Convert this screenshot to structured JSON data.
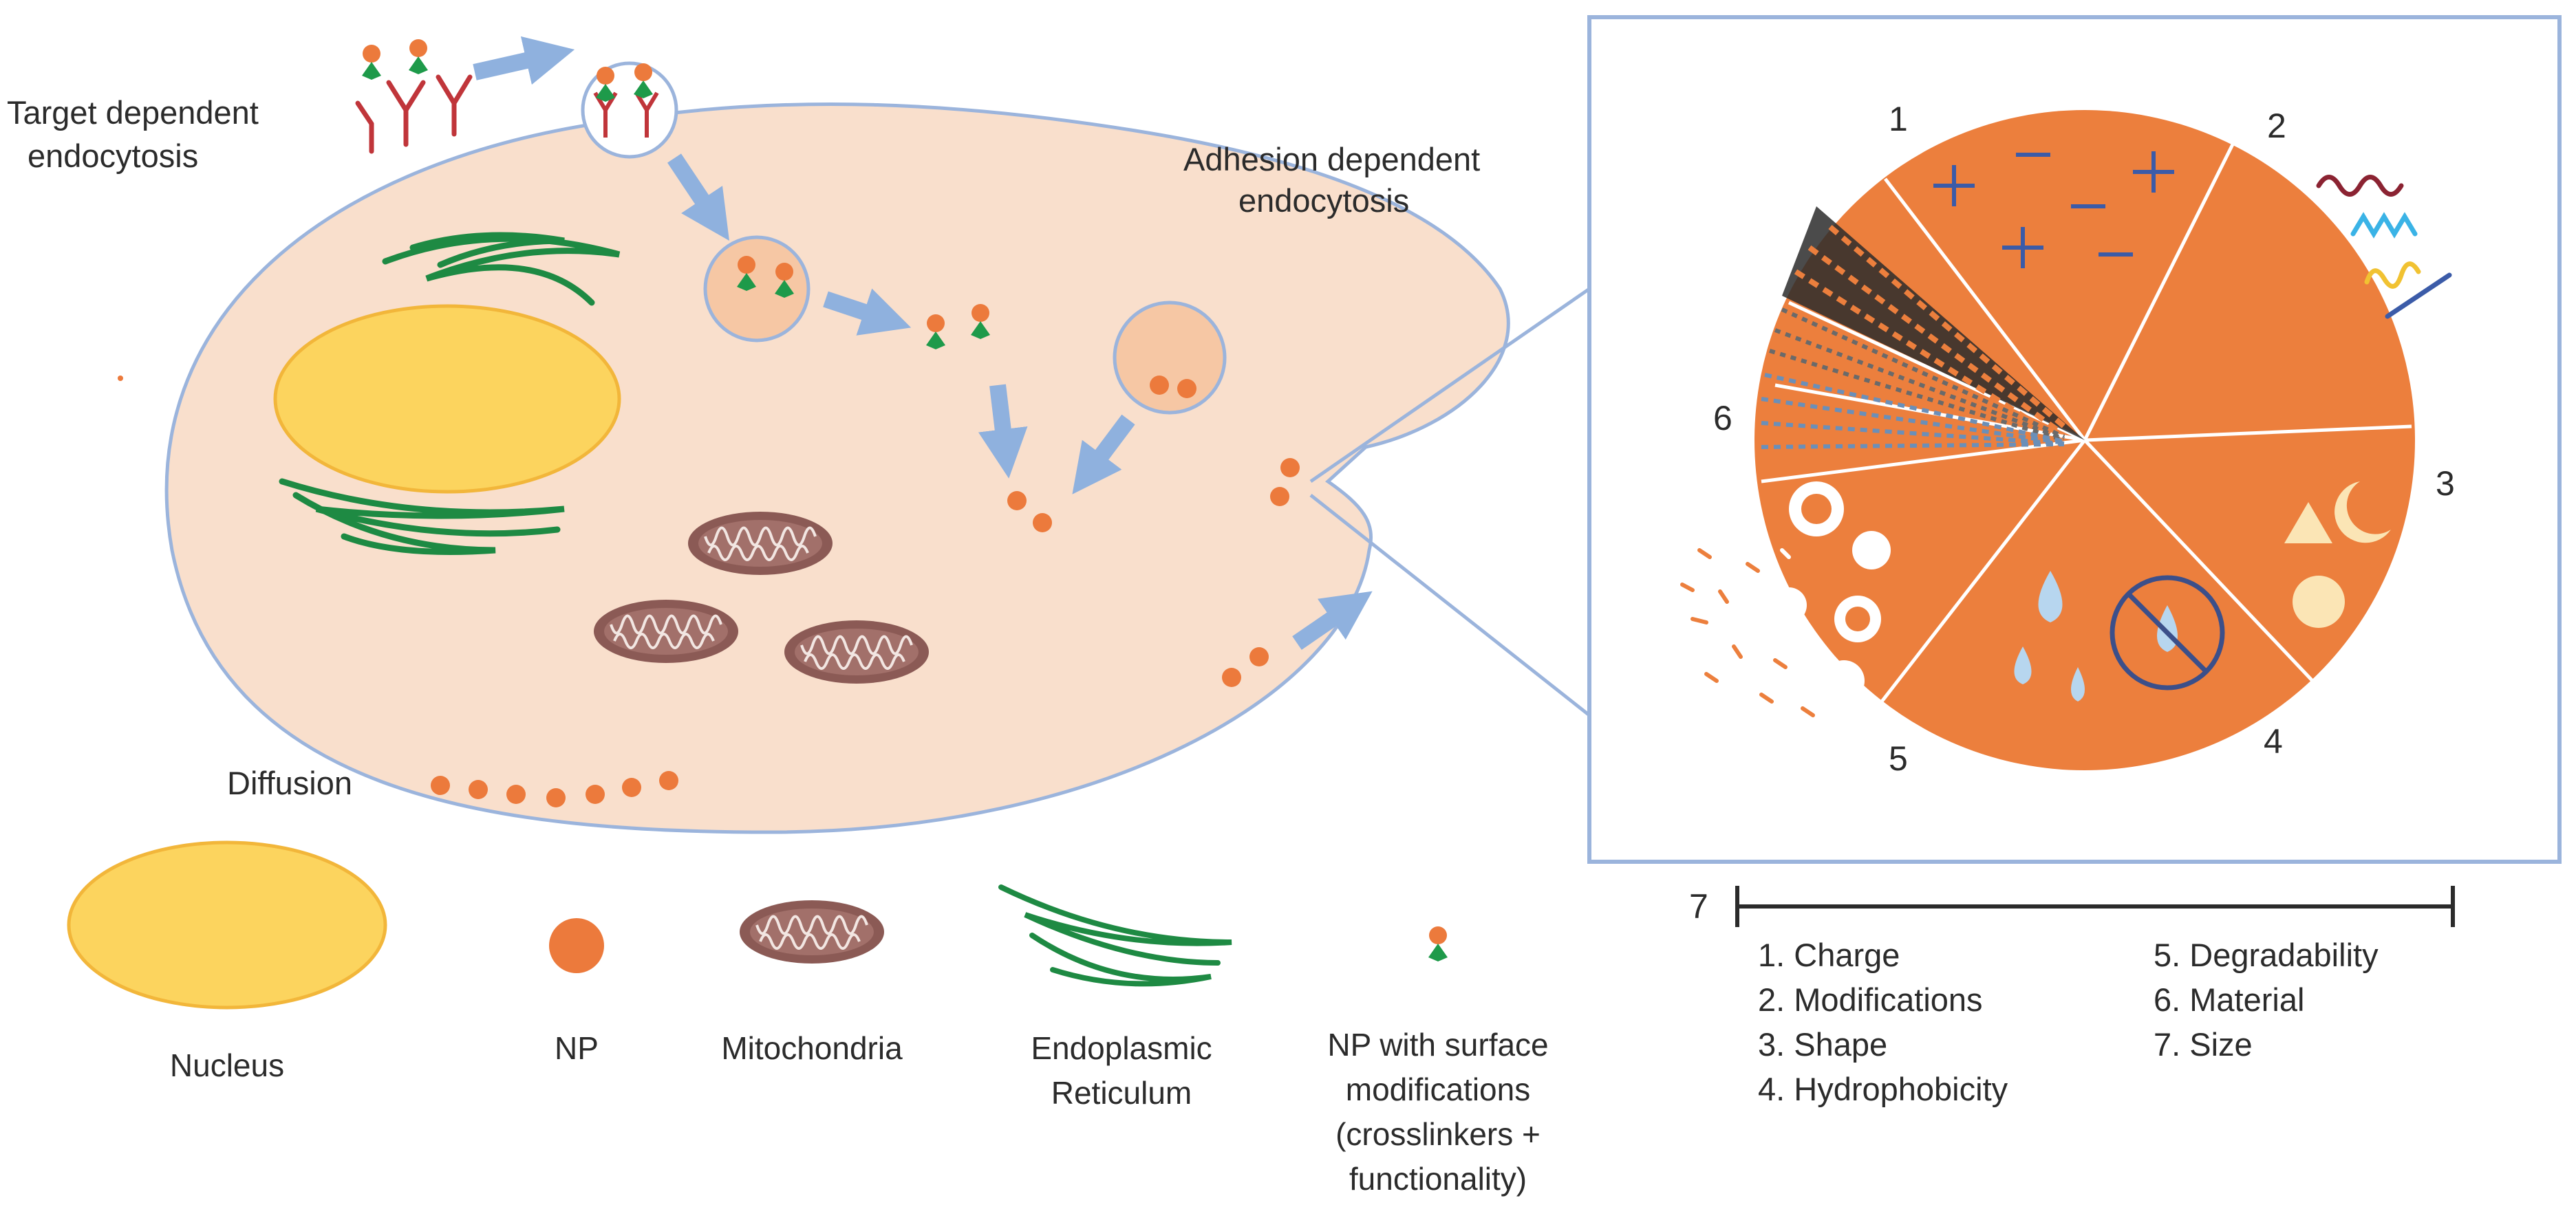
{
  "labels": {
    "target_dependent_line1": "Target dependent",
    "target_dependent_line2": "endocytosis",
    "adhesion_dependent_line1": "Adhesion dependent",
    "adhesion_dependent_line2": "endocytosis",
    "diffusion": "Diffusion"
  },
  "legend": {
    "nucleus": "Nucleus",
    "np": "NP",
    "mitochondria": "Mitochondria",
    "er_line1": "Endoplasmic",
    "er_line2": "Reticulum",
    "np_mod_line1": "NP with surface",
    "np_mod_line2": "modifications",
    "np_mod_line3": "(crosslinkers +",
    "np_mod_line4": "functionality)"
  },
  "properties": {
    "segment_numbers": [
      "1",
      "2",
      "3",
      "4",
      "5",
      "6"
    ],
    "size_number": "7",
    "list": [
      "1. Charge",
      "2. Modifications",
      "3. Shape",
      "4. Hydrophobicity",
      "5. Degradability",
      "6. Material",
      "7. Size"
    ]
  },
  "colors": {
    "cell_fill": "#f9dfcc",
    "cell_outline": "#9bb4dc",
    "np_orange": "#ec7a3c",
    "pie_orange": "#ec7f3d",
    "nucleus_fill": "#fcd45e",
    "nucleus_outline": "#f2b63a",
    "er_green": "#1e8a43",
    "mito_brown": "#8b5a55",
    "arrow_blue": "#8fb1de",
    "receptor_red": "#c0353a",
    "ligand_green": "#1e9a4a",
    "charge_blue": "#3b5ba8"
  },
  "icons": {
    "charge": [
      "plus-icon",
      "minus-icon"
    ],
    "shape": [
      "triangle-icon",
      "crescent-icon",
      "circle-icon"
    ],
    "hydrophobicity": [
      "droplet-icon",
      "no-water-icon"
    ]
  }
}
